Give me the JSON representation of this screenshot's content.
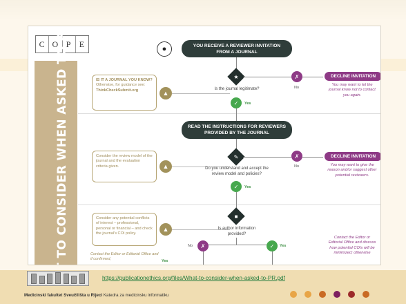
{
  "cope_logo": [
    "C",
    "O",
    "P",
    "E"
  ],
  "side_title": "WHAT TO CONSIDER WHEN ASKED TO PEER REVIEW A MANUSCRIPT",
  "step1": {
    "header": "YOU RECEIVE A REVIEWER INVITATION FROM A JOURNAL",
    "callout_title": "IS IT A JOURNAL YOU KNOW?",
    "callout_body": "Otherwise, for guidance see:",
    "callout_link": "ThinkCheckSubmit.org",
    "question": "Is the journal legitimate?",
    "yes": "Yes",
    "no": "No",
    "decline": "DECLINE INVITATION",
    "note": "You may want to let the journal know not to contact you again."
  },
  "step2": {
    "header": "READ THE INSTRUCTIONS FOR REVIEWERS PROVIDED BY THE JOURNAL",
    "callout": "Consider the review model of the journal and the evaluation criteria given.",
    "question": "Do you understand and accept the review model and policies?",
    "yes": "Yes",
    "no": "No",
    "decline": "DECLINE INVITATION",
    "note": "You may want to give the reason and/or suggest other potential reviewers."
  },
  "step3": {
    "callout": "Consider any potential conflicts of interest – professional, personal or financial – and check the journal's COI policy.",
    "question": "Is author information provided?",
    "no": "No",
    "yes": "Yes",
    "note": "Contact the Editor or Editorial Office and discuss how potential COIs will be minimized; otherwise",
    "bottom_left": "Contact the Editor or Editorial Office and if confirmed,",
    "bottom_yes": "Yes"
  },
  "footer": {
    "link": "https://publicationethics.org/files/What-to-consider-when-asked-to-PR.pdf",
    "institution_bold": "Medicinski fakultet Sveučilišta u Rijeci",
    "department": "Katedra za medicinsku informatiku",
    "dot_colors": [
      "#e8a547",
      "#e8a547",
      "#c96a24",
      "#7d1f5f",
      "#9c2a2a",
      "#c96a24"
    ]
  }
}
